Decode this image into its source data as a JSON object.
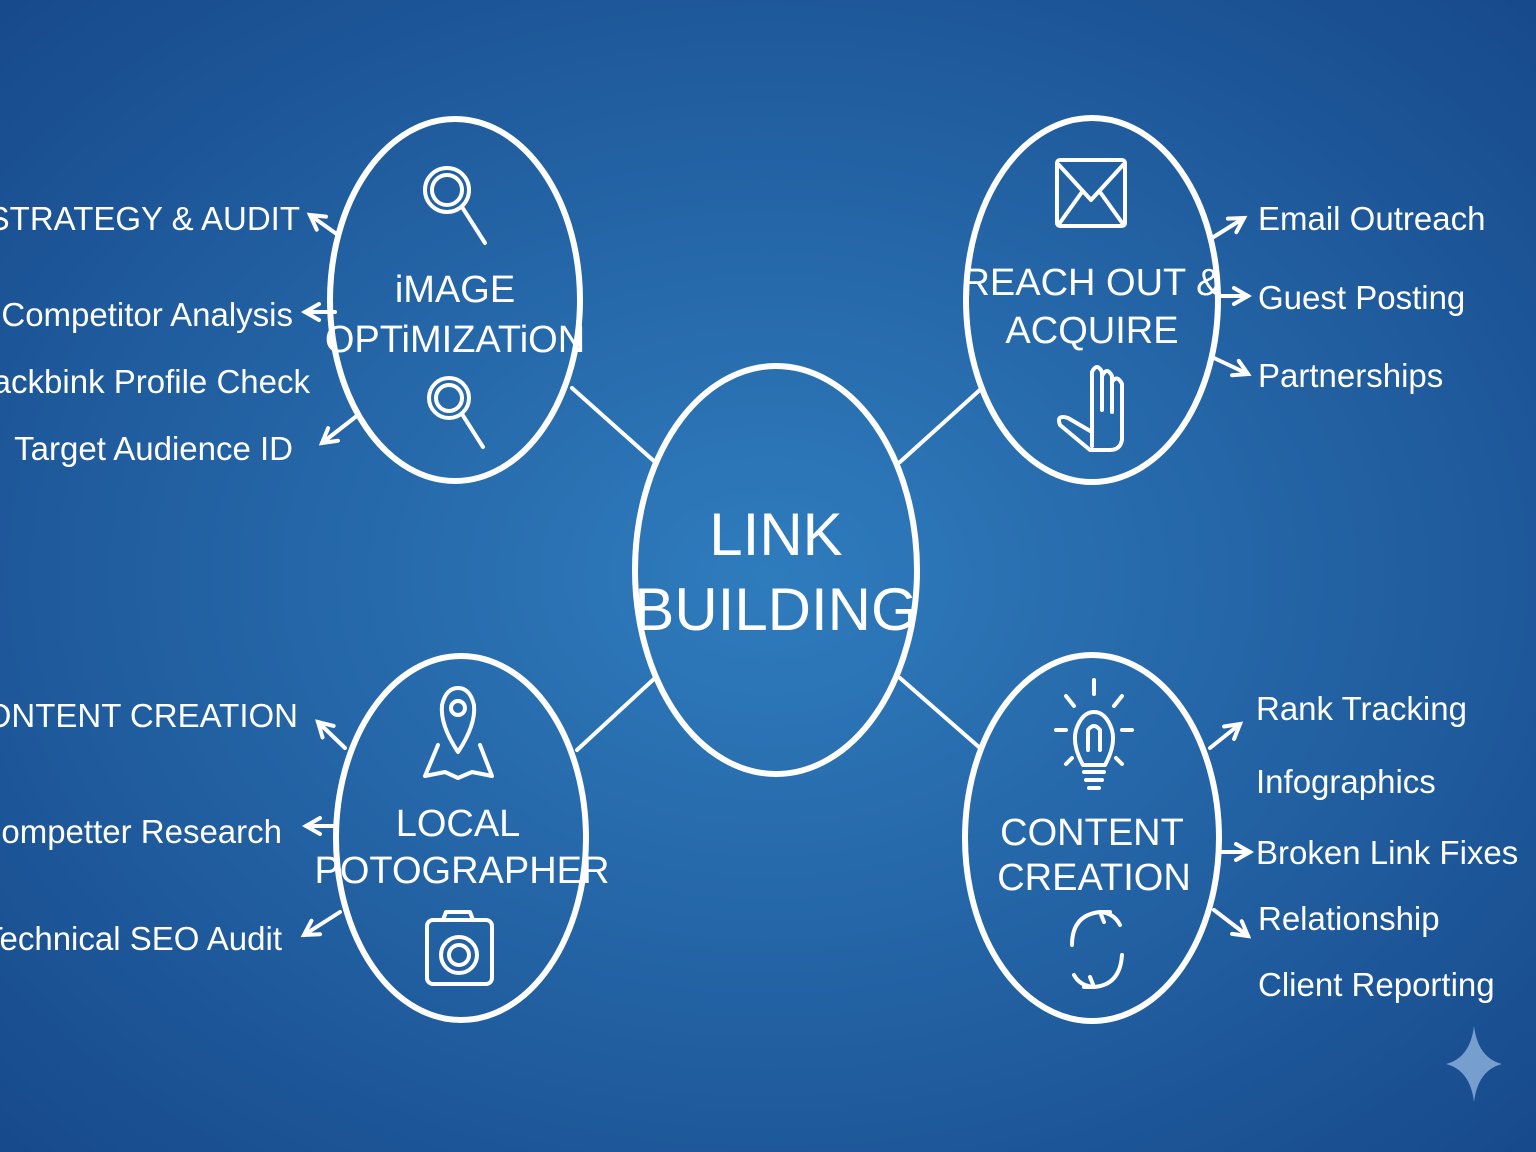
{
  "center": {
    "line1": "LINK",
    "line2": "BUILDING"
  },
  "nodes": {
    "top_left": {
      "line1": "iMAGE",
      "line2": "OPTiMIZATiON",
      "icons": [
        "magnifier-icon",
        "magnifier-icon"
      ],
      "items": [
        "STRATEGY & AUDIT",
        "Competitor Analysis",
        "Backbink Profile Check",
        "Target Audience ID"
      ]
    },
    "top_right": {
      "line1": "REACH OUT &",
      "line2": "ACQUIRE",
      "icons": [
        "envelope-icon",
        "hand-icon"
      ],
      "items": [
        "Email Outreach",
        "Guest Posting",
        "Partnerships"
      ]
    },
    "bottom_left": {
      "line1": "LOCAL",
      "line2": "POTOGRAPHER",
      "icons": [
        "map-pin-icon",
        "camera-icon"
      ],
      "items": [
        "CONTENT CREATION",
        "Competter Research",
        "Technical SEO Audit"
      ]
    },
    "bottom_right": {
      "line1": "CONTENT",
      "line2": "CREATION",
      "icons": [
        "lightbulb-icon",
        "refresh-icon"
      ],
      "items": [
        "Rank Tracking",
        "Infographics",
        "Broken Link Fixes",
        "Relationship",
        "Client Reporting"
      ]
    }
  },
  "colors": {
    "bg_center": "#2f7cbd",
    "bg_edge": "#174a8c",
    "stroke": "#ffffff"
  }
}
